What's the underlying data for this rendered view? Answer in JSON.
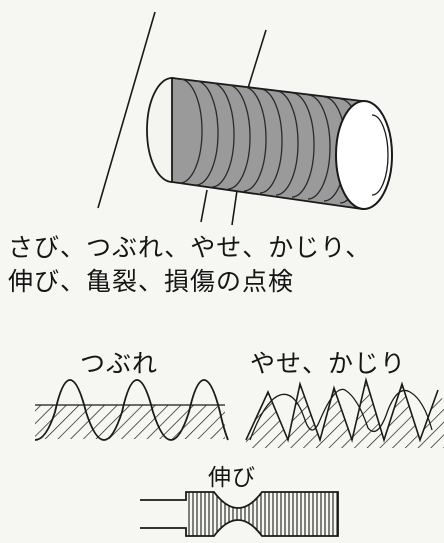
{
  "caption": {
    "line1": "さび、つぶれ、やせ、かじり、",
    "line2": "伸び、亀裂、損傷の点検"
  },
  "labels": {
    "crushed": "つぶれ",
    "thinning_galling": "やせ、かじり",
    "stretching": "伸び"
  }
}
